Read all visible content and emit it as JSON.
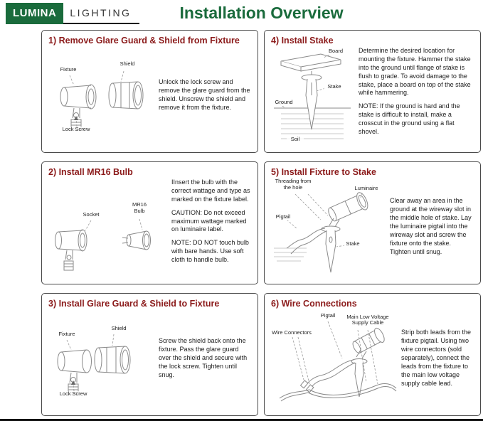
{
  "colors": {
    "brand_green": "#1a6b3c",
    "step_title_red": "#8b1a1a"
  },
  "header": {
    "brand": "LUMINA",
    "brand_sub": "LIGHTING",
    "title": "Installation Overview"
  },
  "steps": [
    {
      "title": "1) Remove Glare Guard & Shield from Fixture",
      "labels": {
        "fixture": "Fixture",
        "shield": "Shield",
        "lock_screw": "Lock Screw"
      },
      "paragraphs": [
        "Unlock the lock screw and remove the glare guard from the shield. Unscrew the shield and remove it from the fixture."
      ]
    },
    {
      "title": "2) Install MR16 Bulb",
      "labels": {
        "socket": "Socket",
        "bulb": "MR16 Bulb"
      },
      "paragraphs": [
        "IInsert the bulb with the correct wattage and type as marked on the fixture label.",
        "CAUTION: Do not exceed maximum wattage marked on luminaire label.",
        "NOTE: DO NOT touch bulb with bare hands. Use soft cloth to handle bulb."
      ]
    },
    {
      "title": "3) Install Glare Guard & Shield to Fixture",
      "labels": {
        "fixture": "Fixture",
        "shield": "Shield",
        "lock_screw": "Lock Screw"
      },
      "paragraphs": [
        "Screw the shield back onto the fixture. Pass the glare guard over the shield and secure with the lock screw. Tighten until snug."
      ]
    },
    {
      "title": "4) Install Stake",
      "labels": {
        "board": "Board",
        "stake": "Stake",
        "ground": "Ground",
        "soil": "Soil"
      },
      "paragraphs": [
        "Determine the desired location for mounting the fixture. Hammer the stake into the ground until flange of stake is flush to grade. To avoid damage to the stake, place a board on top of the stake while hammering.",
        "NOTE: If the ground is hard and the stake is difficult to install, make a crosscut in the ground using a flat shovel."
      ]
    },
    {
      "title": "5) Install Fixture to Stake",
      "labels": {
        "threading": "Threading from the hole",
        "luminaire": "Luminaire",
        "pigtail": "Pigtail",
        "stake": "Stake"
      },
      "paragraphs": [
        "Clear away an area in the ground at the wireway slot in the middle hole of stake. Lay the luminaire pigtail into the wireway slot and screw the fixture onto the stake. Tighten until snug."
      ]
    },
    {
      "title": "6) Wire Connections",
      "labels": {
        "pigtail": "Pigtail",
        "wire_connectors": "Wire Connectors",
        "main_cable": "Main Low Voltage Supply Cable"
      },
      "paragraphs": [
        "Strip both leads from the fixture pigtail. Using two wire connectors (sold separately), connect the leads from the fixture to the main low voltage supply cable lead."
      ]
    }
  ]
}
